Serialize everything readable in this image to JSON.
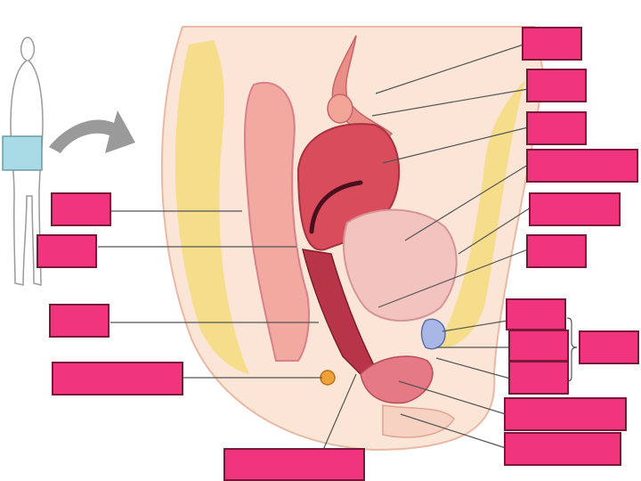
{
  "colors": {
    "label_fill": "#f0357e",
    "label_border": "#7a1838",
    "leader_line": "#555555",
    "fat": "#f4dc7e",
    "tissue": "#f6c2ae",
    "uterus": "#d94c5c",
    "arrow": "#9a9a9a",
    "highlight": "#a8dbe6"
  },
  "labels": [
    {
      "id": "uterine-tube"
    },
    {
      "id": "ovary"
    },
    {
      "id": "uterus"
    },
    {
      "id": "urinary-bladder"
    },
    {
      "id": "pubic-symphysis"
    },
    {
      "id": "urethra"
    },
    {
      "id": "clitoris-prepuce"
    },
    {
      "id": "clitoris-glans"
    },
    {
      "id": "external-urethral-orifice"
    },
    {
      "id": "external-genitalia-group"
    },
    {
      "id": "labium-minus"
    },
    {
      "id": "labium-majus"
    },
    {
      "id": "rectum"
    },
    {
      "id": "cervix"
    },
    {
      "id": "vagina"
    },
    {
      "id": "anus"
    },
    {
      "id": "vaginal-orifice"
    }
  ]
}
